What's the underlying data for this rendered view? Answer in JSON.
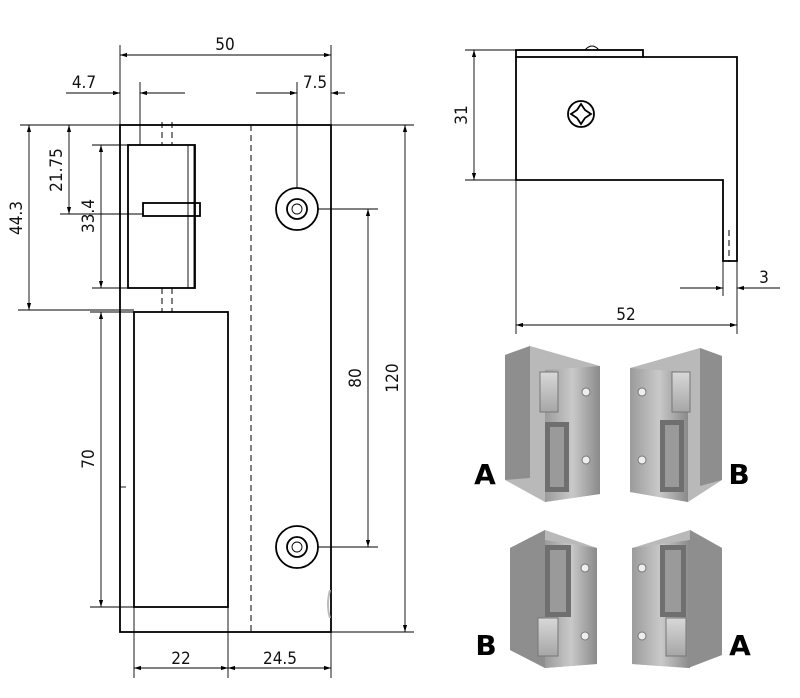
{
  "dimensions": {
    "width_total": "50",
    "offset_left": "4.7",
    "hole_offset": "7.5",
    "height_top": "44.3",
    "height_slot": "21.75",
    "height_block": "33.4",
    "height_lower": "70",
    "hole_spacing": "80",
    "height_total": "120",
    "bottom_left": "22",
    "bottom_right": "24.5",
    "side_height": "31",
    "side_width": "52",
    "side_thickness": "3"
  },
  "photo_labels": {
    "top_left": "A",
    "top_right": "B",
    "bottom_left": "B",
    "bottom_right": "A"
  }
}
